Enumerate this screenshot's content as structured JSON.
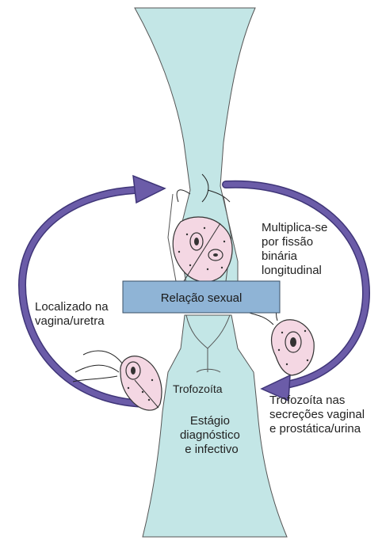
{
  "diagram": {
    "colors": {
      "tract_fill": "#c3e6e6",
      "tract_stroke": "#555555",
      "arrow": "#6b5ca8",
      "arrow_stroke": "#3f3578",
      "box_fill": "#8fb4d6",
      "box_stroke": "#3a4f66",
      "cell_fill": "#f4d7e3",
      "cell_stroke": "#333333"
    },
    "box": {
      "label": "Relação sexual"
    },
    "labels": {
      "multiply": [
        "Multiplica-se",
        "por fissão",
        "binária",
        "longitudinal"
      ],
      "localized": [
        "Localizado na",
        "vagina/uretra"
      ],
      "trophozoite": "Trofozoíta",
      "stage": [
        "Estágio",
        "diagnóstico",
        "e infectivo"
      ],
      "secretions": [
        "Trofozoíta nas",
        "secreções vaginal",
        "e prostática/urina"
      ]
    },
    "icons": [
      "trophozoite-cell-icon",
      "cycle-arrow-icon"
    ]
  }
}
